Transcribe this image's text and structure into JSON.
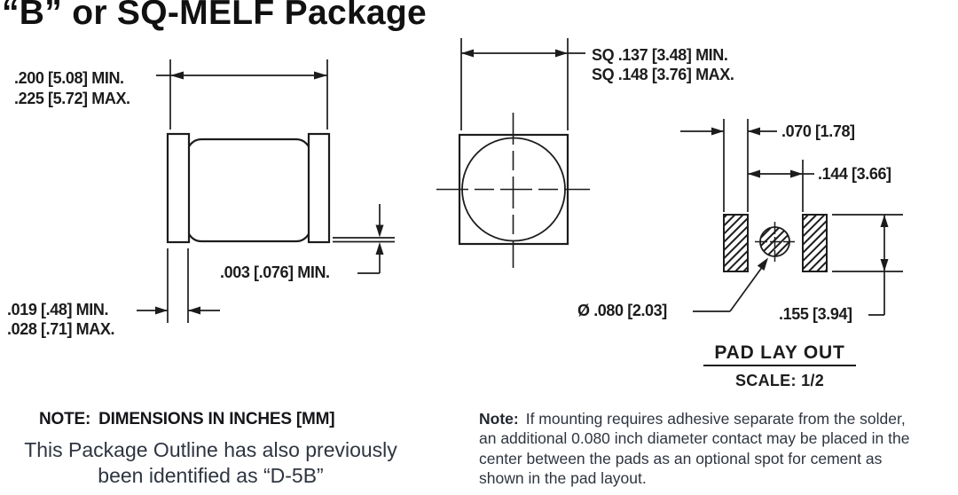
{
  "title": "“B” or SQ-MELF Package",
  "side_view": {
    "length_min": ".200 [5.08] MIN.",
    "length_max": ".225 [5.72] MAX.",
    "band_min": ".019 [.48] MIN.",
    "band_max": ".028 [.71] MAX.",
    "standoff_min": ".003 [.076] MIN."
  },
  "end_view": {
    "square_min": "SQ .137 [3.48] MIN.",
    "square_max": "SQ .148 [3.76] MAX."
  },
  "pad_layout": {
    "pad_width": ".070 [1.78]",
    "pad_spacing": ".144 [3.66]",
    "pad_height": ".155 [3.94]",
    "cement_dot_dia": "Ø .080 [2.03]",
    "caption": "PAD LAY OUT",
    "scale": "SCALE: 1/2"
  },
  "notes": {
    "dims_label": "NOTE:",
    "dims_text": "DIMENSIONS IN INCHES [MM]",
    "outline_line1": "This Package Outline has also previously",
    "outline_line2": "been identified as “D-5B”",
    "mounting_label": "Note:",
    "mounting_lines": [
      "If mounting requires adhesive separate from the solder,",
      "an additional 0.080 inch diameter contact may be placed in the",
      "center between the pads as an optional spot for cement as",
      "shown in the pad layout."
    ]
  },
  "colors": {
    "ink": "#1c1c1c",
    "note_ink": "#2f3540",
    "background": "#ffffff"
  }
}
